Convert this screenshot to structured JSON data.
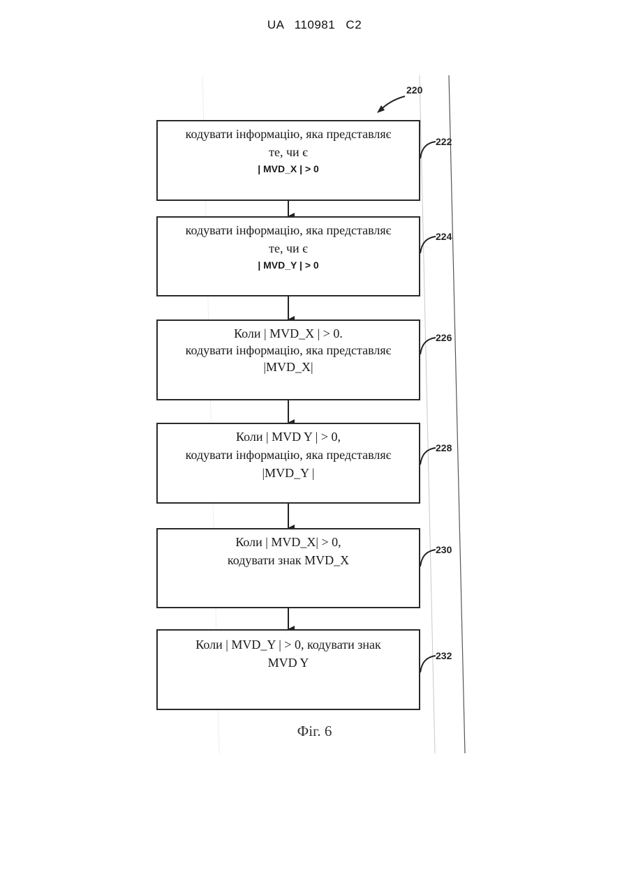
{
  "header": "UA 110981 C2",
  "flowchart_ref": "220",
  "steps": [
    {
      "ref": "222",
      "lines": [
        "кодувати інформацію, яка представляє",
        "те, чи є",
        "| MVD_X | > 0"
      ]
    },
    {
      "ref": "224",
      "lines": [
        "кодувати інформацію, яка представляє",
        "те, чи є",
        "| MVD_Y | > 0"
      ]
    },
    {
      "ref": "226",
      "lines": [
        "Коли | MVD_X | > 0.",
        "кодувати інформацію, яка представляє",
        "|MVD_X|"
      ]
    },
    {
      "ref": "228",
      "lines": [
        "Коли | MVD Y | > 0,",
        "кодувати інформацію, яка представляє",
        "|MVD_Y |"
      ]
    },
    {
      "ref": "230",
      "lines": [
        "Коли | MVD_X| > 0,",
        "кодувати знак MVD_X"
      ]
    },
    {
      "ref": "232",
      "lines": [
        "Коли | MVD_Y | > 0, кодувати знак",
        "MVD Y"
      ]
    }
  ],
  "caption": "Фіг. 6"
}
